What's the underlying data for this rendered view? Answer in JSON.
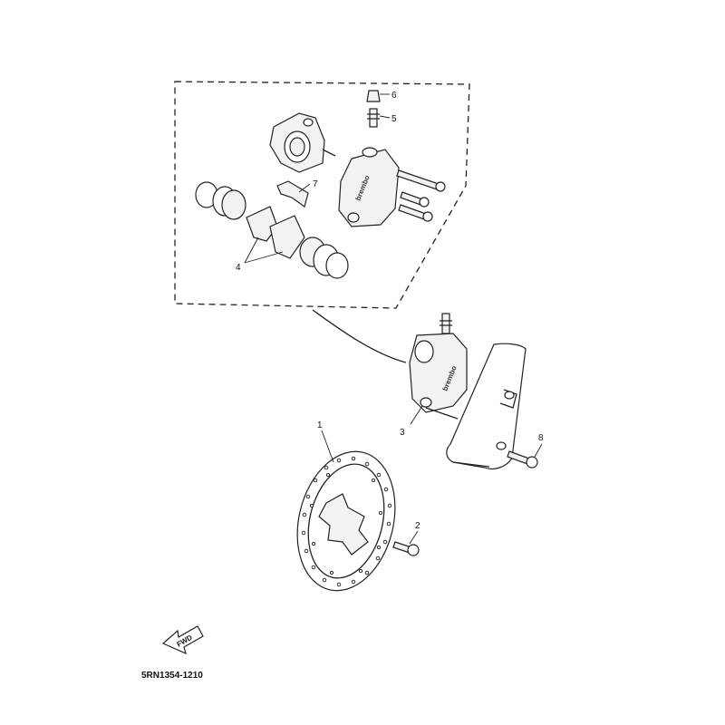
{
  "callouts": {
    "c1": "1",
    "c2": "2",
    "c3": "3",
    "c4": "4",
    "c5": "5",
    "c6": "6",
    "c7": "7",
    "c8": "8"
  },
  "brand_marks": {
    "caliper_exploded": "brembo",
    "caliper_assembled": "brembo"
  },
  "fwd_arrow": {
    "label": "FWD"
  },
  "diagram_code": "5RN1354-1210"
}
